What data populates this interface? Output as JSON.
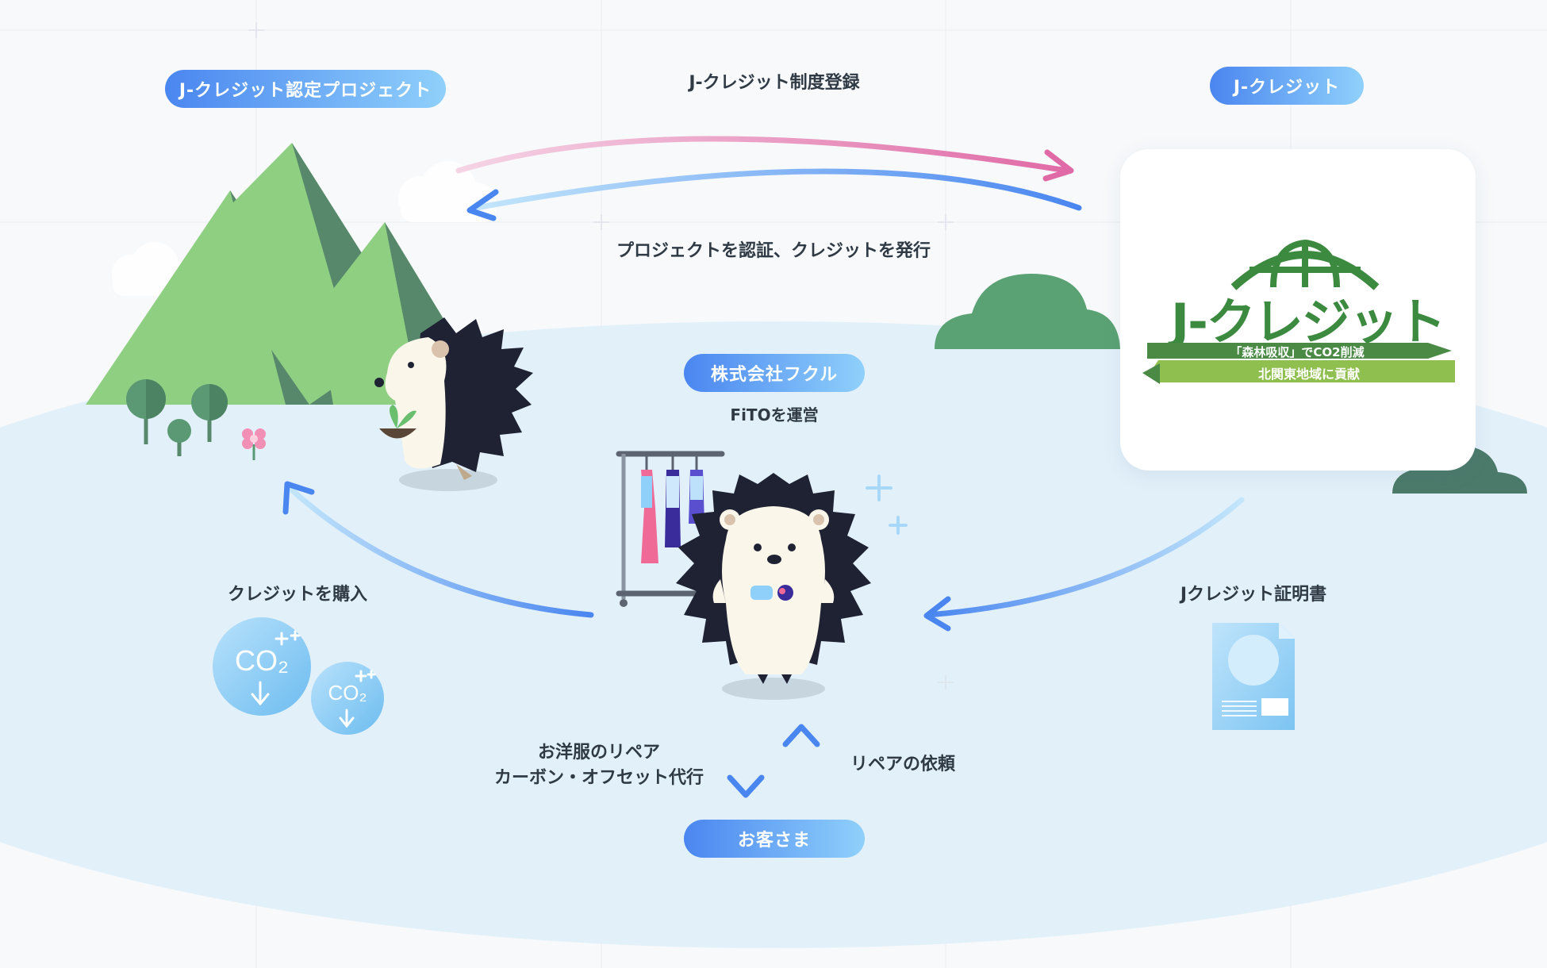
{
  "pills": {
    "project": "J-クレジット認定プロジェクト",
    "jcredit": "J-クレジット",
    "company": "株式会社フクル",
    "customer": "お客さま"
  },
  "arrows": {
    "register": "J-クレジット制度登録",
    "certify": "プロジェクトを認証、クレジットを発行",
    "buy_credit": "クレジットを購入",
    "certificate": "Jクレジット証明書",
    "repair_request": "リペアの依頼",
    "service_line1": "お洋服のリペア",
    "service_line2": "カーボン・オフセット代行"
  },
  "company": {
    "subtitle": "FiTOを運営"
  },
  "co2": {
    "big": "CO₂",
    "small": "CO₂"
  },
  "logo": {
    "main": "J-クレジット",
    "banner_line1": "「森林吸収」でCO2削減",
    "banner_line2": "北関東地域に貢献"
  },
  "colors": {
    "pill_start": "#4a86f0",
    "pill_end": "#8fd0fb",
    "arrow_blue": "#4a86f0",
    "arrow_pink": "#e06aa6",
    "mountain_light": "#8fcf82",
    "mountain_dark": "#57886b",
    "hedgehog_body": "#1e2233",
    "hedgehog_face": "#fbf6ea",
    "logo_green": "#3c8a3f"
  },
  "icons": [
    "mountain-icon",
    "tree-icon",
    "flower-icon",
    "cloud-icon",
    "hedgehog-icon",
    "clothes-rack-icon",
    "co2-bubble-icon",
    "document-icon",
    "sparkle-icon",
    "globe-icon"
  ]
}
